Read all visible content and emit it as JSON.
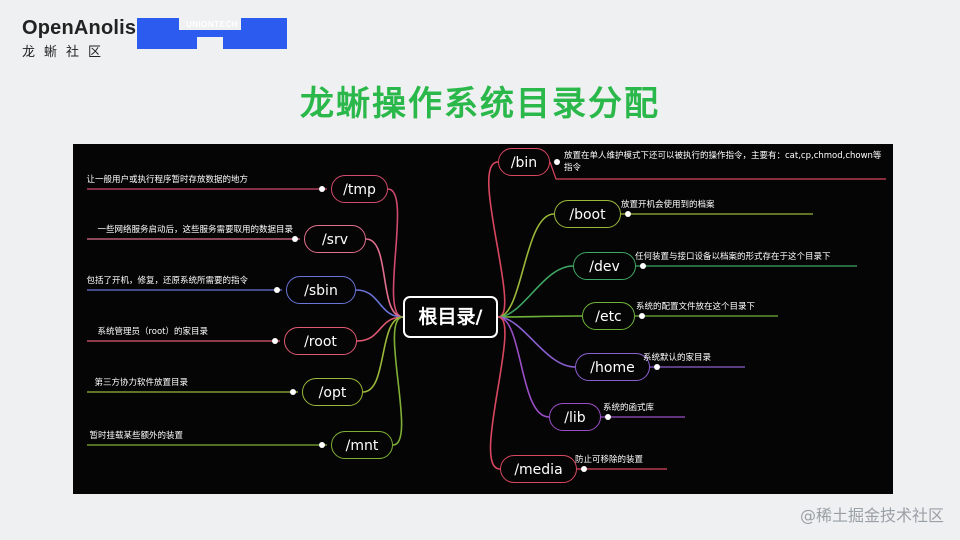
{
  "header": {
    "logo_name": "OpenAnolis",
    "logo_sub": "龙蜥社区",
    "partner_logo": "UNIONTECH"
  },
  "title": "龙蜥操作系统目录分配",
  "diagram": {
    "root": "根目录/",
    "left": [
      {
        "name": "/tmp",
        "desc": "让一般用户或执行程序暂时存放数据的地方",
        "color": "#d24b6e"
      },
      {
        "name": "/srv",
        "desc": "一些网络服务启动后，这些服务需要取用的数据目录",
        "color": "#e16f8e"
      },
      {
        "name": "/sbin",
        "desc": "包括了开机，修复，还原系统所需要的指令",
        "color": "#6a74d9"
      },
      {
        "name": "/root",
        "desc": "系统管理员（root）的家目录",
        "color": "#e15a72"
      },
      {
        "name": "/opt",
        "desc": "第三方协力软件放置目录",
        "color": "#9ab83a"
      },
      {
        "name": "/mnt",
        "desc": "暂时挂载某些额外的装置",
        "color": "#7fb035"
      }
    ],
    "right": [
      {
        "name": "/bin",
        "desc": "放置在单人维护模式下还可以被执行的操作指令，主要有：cat,cp,chmod,chown等指令",
        "color": "#d9475f"
      },
      {
        "name": "/boot",
        "desc": "放置开机会使用到的档案",
        "color": "#9ab83a"
      },
      {
        "name": "/dev",
        "desc": "任何装置与接口设备以档案的形式存在于这个目录下",
        "color": "#3fa864"
      },
      {
        "name": "/etc",
        "desc": "系统的配置文件放在这个目录下",
        "color": "#6fb23a"
      },
      {
        "name": "/home",
        "desc": "系统默认的家目录",
        "color": "#8a5fd0"
      },
      {
        "name": "/lib",
        "desc": "系统的函式库",
        "color": "#9a4fc8"
      },
      {
        "name": "/media",
        "desc": "防止可移除的装置",
        "color": "#d9475f"
      }
    ]
  },
  "watermark": "@稀土掘金技术社区"
}
